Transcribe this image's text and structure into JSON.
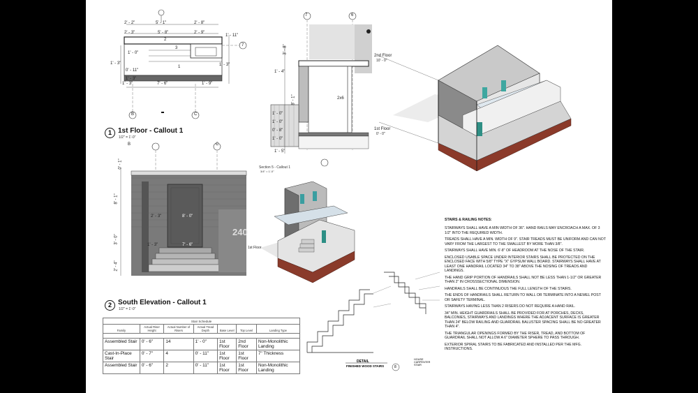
{
  "views": {
    "floor_callout": {
      "num": "1",
      "title": "1st Floor - Callout 1",
      "scale": "1/2\" = 1'-0\""
    },
    "south_elevation": {
      "num": "2",
      "title": "South Elevation - Callout 1",
      "scale": "1/2\" = 1'-0\""
    }
  },
  "floor_plan": {
    "dims_top": [
      "2' - 2\"",
      "5' - 1\"",
      "2' - 8\"",
      "2' - 3\"",
      "5' - 8\"",
      "2' - 9\""
    ],
    "dims_left": [
      "1' - 0\"",
      "1' - 3\"",
      "0' - 11\"",
      "1' - 3\""
    ],
    "dims_right": [
      "1' - 11\"",
      "1' - 3\""
    ],
    "dims_bottom": [
      "1' - 3\"",
      "7' - 6\"",
      "1' - 9\""
    ],
    "room_tags": [
      "2",
      "3",
      "1"
    ],
    "grid_labels": [
      "B",
      "C"
    ],
    "grid_7": "7"
  },
  "section": {
    "grid_labels": [
      "7",
      "6"
    ],
    "dims": [
      "3' - 8\"",
      "1' - 4\"",
      "8' - 1\"",
      "1' - 0\"",
      "1' - 0\"",
      "0' - 8\"",
      "1' - 0\"",
      "1' - 5\""
    ],
    "callout_label": "Section 5 - Callout 1",
    "callout_scale": "3/4\" = 1'-0\"",
    "note": "2x6"
  },
  "elevation": {
    "grid_labels": [
      "B",
      "C"
    ],
    "dims": [
      "0' - 1\"",
      "8' - 1\"",
      "2' - 3\"",
      "8' - 0\"",
      "3' - 0\"",
      "1' - 3\"",
      "7' - 6\"",
      "2' - 4\""
    ],
    "address": "240"
  },
  "axo": {
    "level_upper": "2nd Floor",
    "level_upper_val": "10' - 0\"",
    "level_lower": "1st Floor",
    "level_lower_val": "0' - 0\""
  },
  "schedule": {
    "caption": "Stair Schedule",
    "columns": [
      "Family",
      "Actual Riser Height",
      "Actual Number of Risers",
      "Actual Tread Depth",
      "Base Level",
      "Top Level",
      "Landing Type"
    ],
    "rows": [
      [
        "Assembled Stair",
        "0' - 6\"",
        "14",
        "1' - 0\"",
        "1st Floor",
        "2nd Floor",
        "Non-Monolithic Landing"
      ],
      [
        "Cast-In-Place Stair",
        "0' - 7\"",
        "4",
        "0' - 11\"",
        "1st Floor",
        "1st Floor",
        "7\" Thickness"
      ],
      [
        "Assembled Stair",
        "0' - 6\"",
        "2",
        "0' - 11\"",
        "1st Floor",
        "1st Floor",
        "Non-Monolithic Landing"
      ]
    ]
  },
  "detail": {
    "title": "DETAIL",
    "subtitle": "FINISHED WOOD STAIRS",
    "num": "8",
    "side_note": "HOUSE CARPENTER STAIR"
  },
  "notes": {
    "heading": "STAIRS & RAILING NOTES:",
    "items": [
      "STAIRWAYS SHALL HAVE A MIN WIDTH OF 36\". HAND RAILS MAY ENCROACH A MAX. OF 3 1/2\" INTO THE REQUIRED WIDTH.",
      "TREADS SHALL HAVE A MIN. WIDTH OF 9\". STAIR TREADS MUST BE UNIFORM AND CAN NOT VARY FROM THE LARGEST TO THE SMALLEST BY MORE THAN 3/8\".",
      "STAIRWAYS SHALL HAVE MIN. 6'-8\" OF HEADROOM AT THE NOSE OF THE STAIR.",
      "ENCLOSED USABLE SPACE UNDER INTERIOR STAIRS SHALL BE PROTECTED ON THE ENCLOSED FACE WITH 5/8\" TYPE \"X\" GYPSUM WALL BOARD. STAIRWAYS SHALL HAVE AT LEAST ONE HANDRAIL LOCATED 34\" TO 38\" ABOVE THE NOSING OF TREADS AND LANDINGS.",
      "THE HAND GRIP PORTION OF HANDRAILS SHALL NOT BE LESS THAN 1-1/2\" OR GREATER THAN 2\" IN CROSSSECTIONAL DIMENSION.",
      "HANDRAILS SHALL BE CONTINUOUS THE FULL LENGTH OF THE STAIRS.",
      "THE ENDS OF HANDRAILS SHALL RETURN TO WALL OR TERMINATE INTO A NEWEL POST OR SAFETY TERMINAL.",
      "STAIRWAYS HAVING LESS THAN 2 RISERS DO NOT REQUIRE A HAND RAIL.",
      "34\" MIN. HEIGHT GUARDRAILS SHALL BE PROVIDED FOR AT PORCHES, DECKS, BALCONIES, STAIRWAYS AND LANDINGS WHERE THE ADJACENT SURFACE IS GREATER THAN 24\" BELOW RAILING AND GUARDRAIL BALUSTER SPACING SHALL BE NO GREATER THAN 4\".",
      "THE TRIANGULAR OPENINGS FORMED BY THE RISER, TREAD, AND BOTTOM OF GUARDRAIL SHALL NOT ALLOW A 6\" DIAMETER SPHERE TO PASS THROUGH.",
      "EXTERIOR SPIRAL STAIRS TO BE FABRICATED AND INSTALLED PER THE MFG. INSTRUCTIONS."
    ]
  }
}
